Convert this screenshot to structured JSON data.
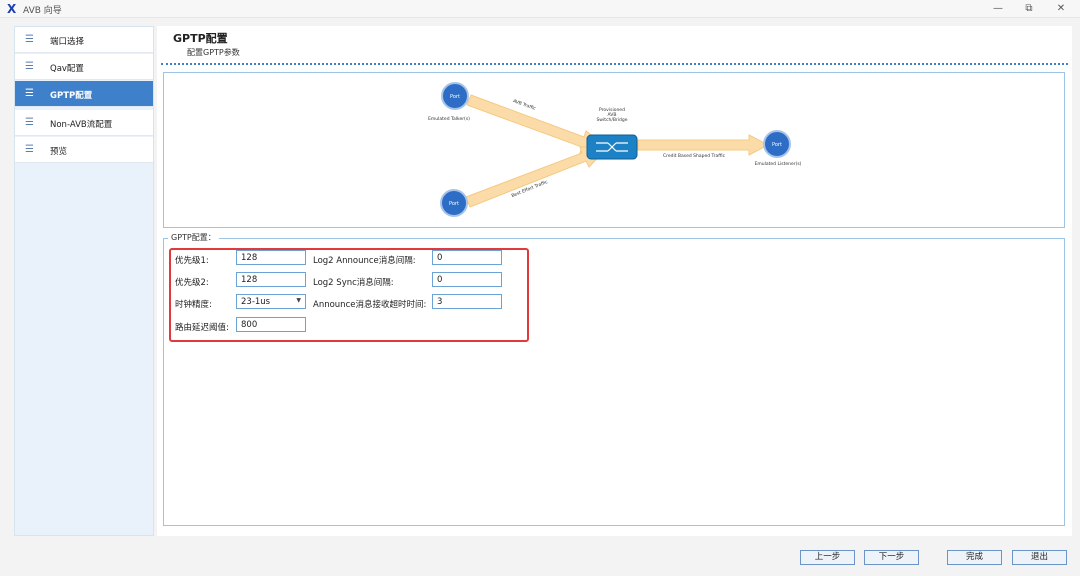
{
  "window": {
    "title": "AVB 向导",
    "minimize": "—",
    "restore": "⧉",
    "close": "✕"
  },
  "sidebar": {
    "items": [
      {
        "label": "端口选择",
        "icon": "list-icon",
        "active": false
      },
      {
        "label": "Qav配置",
        "icon": "list-icon",
        "active": false
      },
      {
        "label": "GPTP配置",
        "icon": "list-icon",
        "active": true
      },
      {
        "label": "Non-AVB流配置",
        "icon": "list-icon",
        "active": false
      },
      {
        "label": "预览",
        "icon": "list-icon",
        "active": false
      }
    ]
  },
  "main": {
    "title": "GPTP配置",
    "subtitle": "配置GPTP参数"
  },
  "diagram": {
    "talker_port": "Port",
    "talker_label": "Emulated Talker(s)",
    "best_effort_port": "Port",
    "switch_label_1": "Provisioned",
    "switch_label_2": "AVB",
    "switch_label_3": "Switch/Bridge",
    "avb_traffic": "AVB Traffic",
    "best_effort_traffic": "Best Effort Traffic",
    "cbs_traffic": "Credit Based Shaped Traffic",
    "listener_port": "Port",
    "listener_label": "Emulated Listener(s)"
  },
  "form": {
    "legend": "GPTP配置：",
    "priority1": {
      "label": "优先级1:",
      "value": "128"
    },
    "priority2": {
      "label": "优先级2:",
      "value": "128"
    },
    "clock_accuracy": {
      "label": "时钟精度:",
      "value": "23-1us"
    },
    "path_delay": {
      "label": "路由延迟阈值:",
      "value": "800"
    },
    "announce_interval": {
      "label": "Log2 Announce消息间隔:",
      "value": "0"
    },
    "sync_interval": {
      "label": "Log2 Sync消息间隔:",
      "value": "0"
    },
    "announce_timeout": {
      "label": "Announce消息接收超时时间:",
      "value": "3"
    }
  },
  "buttons": {
    "prev": "上一步",
    "next": "下一步",
    "finish": "完成",
    "exit": "退出"
  }
}
